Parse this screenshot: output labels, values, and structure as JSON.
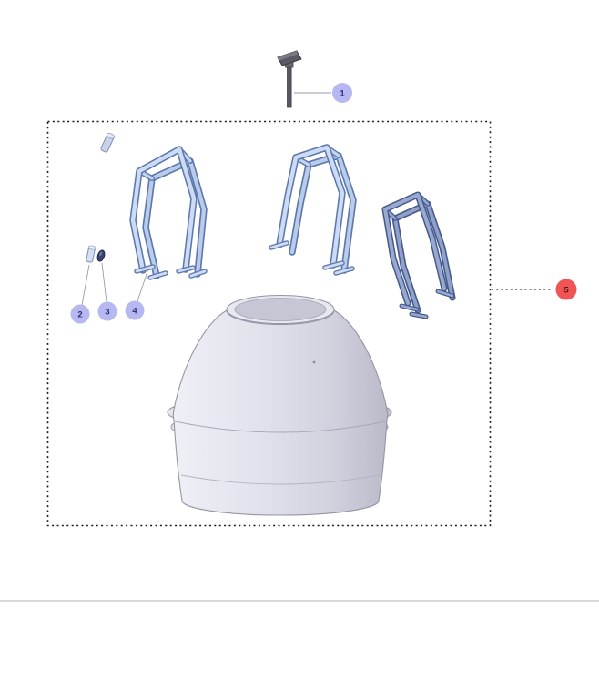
{
  "page": {
    "background": "#ffffff"
  },
  "callouts": [
    {
      "label": "1",
      "fill": "#b7b7f2",
      "text_color": "#2f2f7a"
    },
    {
      "label": "2",
      "fill": "#b7b7f2",
      "text_color": "#2f2f7a"
    },
    {
      "label": "3",
      "fill": "#b7b7f2",
      "text_color": "#2f2f7a"
    },
    {
      "label": "4",
      "fill": "#b7b7f2",
      "text_color": "#2f2f7a"
    },
    {
      "label": "5",
      "fill": "#f05454",
      "text_color": "#5c1414"
    }
  ],
  "artwork": {
    "bracket_tube_light": "#cddcf5",
    "bracket_tube_back": "#b9cdeb",
    "bracket_tube_edge": "#5e78ae",
    "bracket_dark_tube": "#8fa2cb",
    "bracket_dark_edge": "#46598a",
    "dome_fill_light": "#ededf4",
    "dome_fill_dark": "#bcbccb",
    "outline": "#9595a6",
    "boundary_color": "#1a1a1a",
    "divider_color": "#dadada",
    "bolt_color": "#585862",
    "leader_color": "#9a9ab0"
  }
}
